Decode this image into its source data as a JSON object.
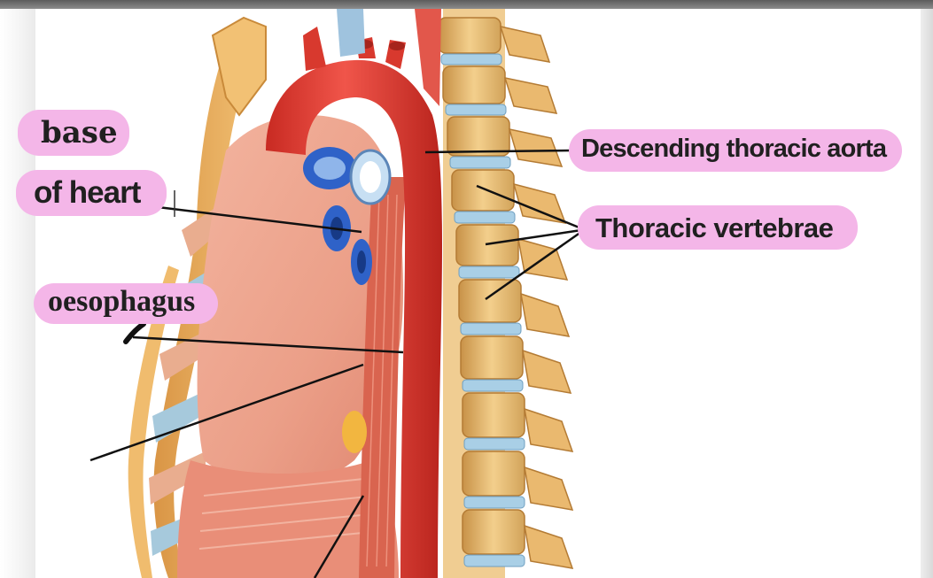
{
  "labels": {
    "base": "base",
    "of_heart": "of heart",
    "oesophagus": "oesophagus",
    "descending_thoracic_aorta": "Descending thoracic aorta",
    "thoracic_vertebrae": "Thoracic vertebrae"
  },
  "colors": {
    "label_highlight": "#f4b6e8",
    "aorta": "#e0392e",
    "vertebra": "#ecc07a",
    "disc": "#a9cfe6",
    "vessel_blue": "#2f62c8",
    "heart_tissue": "#eba08a"
  }
}
